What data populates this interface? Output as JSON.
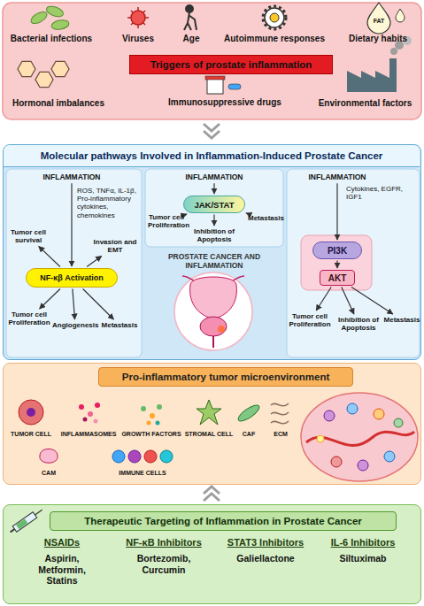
{
  "diagram": {
    "nodes": [
      {
        "text": [
          "Triggers of prostate inflammation"
        ]
      },
      {
        "text": [
          "Molecular pathways Involved in Inflammation-Induced Prostate Cancer"
        ]
      },
      {
        "text": [
          "INFLAMMATION"
        ],
        "in": 1
      },
      {
        "text": [
          "ROS, TNFα, IL-1β, Pro-inflammatory cytokines, chemokines"
        ],
        "in": 1
      },
      {
        "text": [
          "NF-κβ Activation"
        ],
        "in": 1
      },
      {
        "text": [
          "Tumor cell survival"
        ],
        "in": 1
      },
      {
        "text": [
          "Invasion and EMT"
        ],
        "in": 1
      },
      {
        "text": [
          "Tumor cell Proliferation"
        ],
        "in": 1
      },
      {
        "text": [
          "Angiogenesis"
        ],
        "in": 1
      },
      {
        "text": [
          "Metastasis"
        ],
        "in": 1
      },
      {
        "text": [
          "INFLAMMATION"
        ],
        "in": 1
      },
      {
        "text": [
          "JAK/STAT"
        ],
        "in": 1
      },
      {
        "text": [
          "Tumor cell Proliferation"
        ],
        "in": 1
      },
      {
        "text": [
          "Inhibition of Apoptosis"
        ],
        "in": 1
      },
      {
        "text": [
          "Metastasis"
        ],
        "in": 1
      },
      {
        "text": [
          "INFLAMMATION"
        ],
        "in": 1
      },
      {
        "text": [
          "Cytokines, EGFR, IGF1"
        ],
        "in": 1
      },
      {
        "text": [
          "PI3K"
        ],
        "in": 1
      },
      {
        "text": [
          "AKT"
        ],
        "in": 1
      },
      {
        "text": [
          "Tumor cell Proliferation"
        ],
        "in": 1
      },
      {
        "text": [
          "Inhibition of Apoptosis"
        ],
        "in": 1
      },
      {
        "text": [
          "Metastasis"
        ],
        "in": 1
      },
      {
        "text": [
          "Pro-inflammatory tumor microenvironment"
        ]
      },
      {
        "text": [
          "Therapeutic Targeting of Inflammation in Prostate Cancer"
        ]
      }
    ],
    "edges": [
      {
        "from": 2,
        "to": 4,
        "arrow": "to"
      },
      {
        "from": 4,
        "to": 5,
        "arrow": "to"
      },
      {
        "from": 4,
        "to": 6,
        "arrow": "to"
      },
      {
        "from": 4,
        "to": 7,
        "arrow": "to"
      },
      {
        "from": 4,
        "to": 8,
        "arrow": "to"
      },
      {
        "from": 4,
        "to": 9,
        "arrow": "to"
      },
      {
        "from": 10,
        "to": 11,
        "arrow": "to"
      },
      {
        "from": 11,
        "to": 12,
        "arrow": "to"
      },
      {
        "from": 11,
        "to": 13,
        "arrow": "to"
      },
      {
        "from": 11,
        "to": 14,
        "arrow": "to"
      },
      {
        "from": 15,
        "to": 17,
        "arrow": "to"
      },
      {
        "from": 17,
        "to": 18,
        "arrow": "to"
      },
      {
        "from": 18,
        "to": 19,
        "arrow": "to"
      },
      {
        "from": 18,
        "to": 20,
        "arrow": "to"
      },
      {
        "from": 18,
        "to": 21,
        "arrow": "to"
      }
    ],
    "labels": [
      "Bacterial infections",
      "Viruses",
      "Age",
      "Autoimmune responses",
      "Dietary habits",
      "FAT",
      "Hormonal imbalances",
      "Immunosuppressive drugs",
      "Environmental factors",
      "PROSTATE CANCER AND INFLAMMATION",
      "TUMOR CELL",
      "INFLAMMASOMES",
      "GROWTH FACTORS",
      "STROMAL CELL",
      "CAF",
      "ECM",
      "CAM",
      "IMMUNE CELLS",
      "NSAIDs",
      "Aspirin, Metformin, Statins",
      "NF-κB Inhibitors",
      "Bortezomib, Curcumin",
      "STAT3 Inhibitors",
      "Galiellactone",
      "IL-6 Inhibitors",
      "Siltuximab"
    ]
  }
}
